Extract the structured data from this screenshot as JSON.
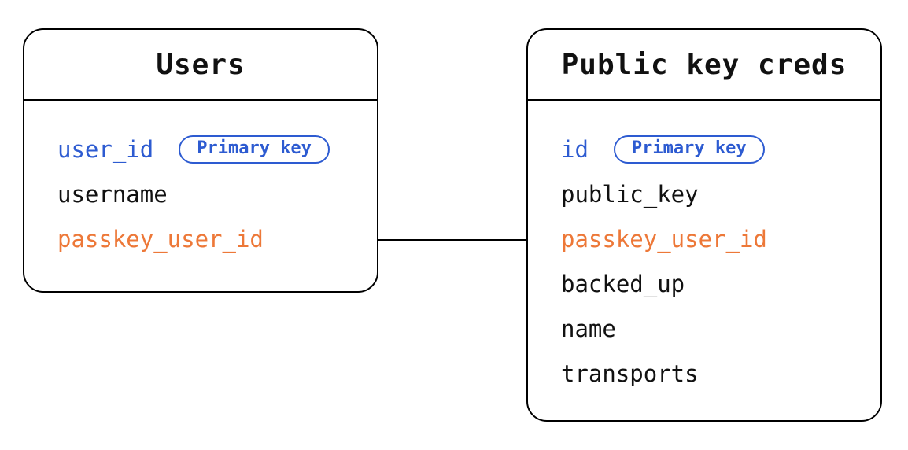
{
  "diagram": {
    "type": "entity-relationship",
    "tables": [
      {
        "title": "Users",
        "fields": [
          {
            "name": "user_id",
            "color": "blue",
            "badge": "Primary key"
          },
          {
            "name": "username",
            "color": "black"
          },
          {
            "name": "passkey_user_id",
            "color": "orange"
          }
        ]
      },
      {
        "title": "Public key creds",
        "fields": [
          {
            "name": "id",
            "color": "blue",
            "badge": "Primary key"
          },
          {
            "name": "public_key",
            "color": "black"
          },
          {
            "name": "passkey_user_id",
            "color": "orange"
          },
          {
            "name": "backed_up",
            "color": "black"
          },
          {
            "name": "name",
            "color": "black"
          },
          {
            "name": "transports",
            "color": "black"
          }
        ]
      }
    ],
    "relationship": {
      "from": "Users.passkey_user_id",
      "to": "Public key creds.passkey_user_id"
    },
    "colors": {
      "primary_blue": "#2d5bd1",
      "accent_orange": "#ed7838",
      "line_black": "#000000",
      "text_black": "#111111",
      "background": "#ffffff"
    }
  }
}
